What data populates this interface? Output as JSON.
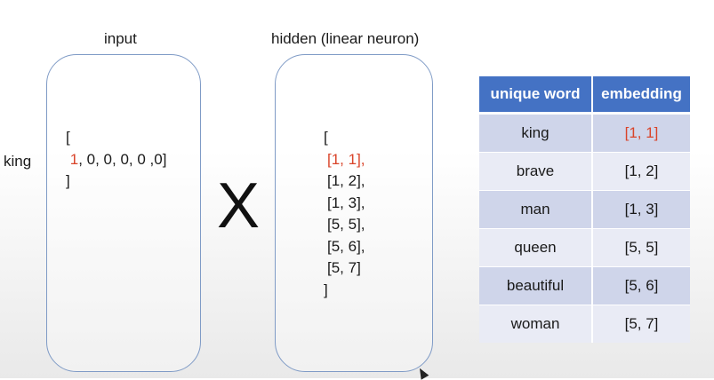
{
  "input_title": "input",
  "hidden_title": "hidden  (linear neuron)",
  "word_label": "king",
  "operator": "X",
  "input_vector": {
    "open": "[",
    "first": "1",
    "rest": ", 0, 0, 0, 0 ,0]",
    "close": "]"
  },
  "hidden_matrix": {
    "open": "[",
    "rows": [
      "[1, 1],",
      "[1, 2],",
      "[1, 3],",
      "[5, 5],",
      "[5, 6],",
      "[5, 7]"
    ],
    "close": "]"
  },
  "table": {
    "headers": [
      "unique word",
      "embedding"
    ],
    "rows": [
      {
        "word": "king",
        "embedding": "[1, 1]"
      },
      {
        "word": "brave",
        "embedding": "[1, 2]"
      },
      {
        "word": "man",
        "embedding": "[1, 3]"
      },
      {
        "word": "queen",
        "embedding": "[5, 5]"
      },
      {
        "word": "beautiful",
        "embedding": "[5, 6]"
      },
      {
        "word": "woman",
        "embedding": "[5, 7]"
      }
    ]
  },
  "colors": {
    "highlight": "#d9442a",
    "header_bg": "#4472c4",
    "row_dark": "#cfd5ea",
    "row_light": "#e9ebf5",
    "box_border": "#7f9bc6"
  }
}
